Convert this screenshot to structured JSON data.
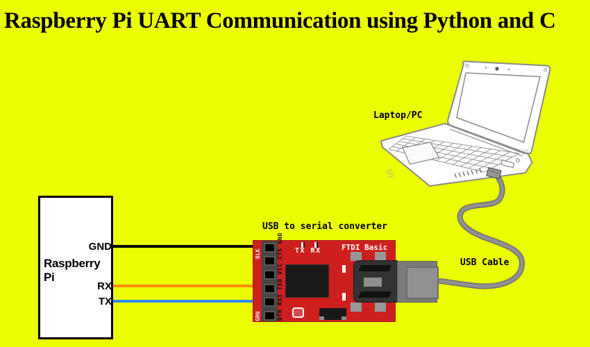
{
  "colors": {
    "background": "#ECFF00",
    "board": "#CE1F1F",
    "cable": "#8a8a8a"
  },
  "title": "Raspberry Pi UART Communication using Python and C",
  "laptop": {
    "label": "Laptop/PC"
  },
  "cable": {
    "label": "USB Cable"
  },
  "converter": {
    "label": "USB to serial converter",
    "board_name": "FTDI Basic",
    "led_label": "TX RX",
    "pin_labels": "DTR RXI TXO VCC CTS GND",
    "wire_top": "BLK",
    "wire_bottom": "GRN"
  },
  "rpi": {
    "label": "Raspberry Pi",
    "pins": [
      {
        "name": "GND",
        "wire": "#000000"
      },
      {
        "name": "RX",
        "wire": "#FF8A00"
      },
      {
        "name": "TX",
        "wire": "#2B8CFF"
      }
    ]
  }
}
